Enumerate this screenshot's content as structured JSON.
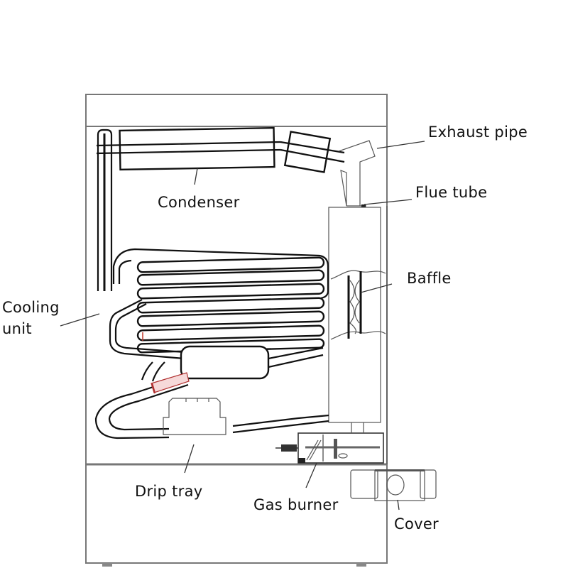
{
  "diagram": {
    "subject": "absorption-refrigerator-cooling-unit",
    "labels": {
      "exhaust_pipe": "Exhaust pipe",
      "flue_tube": "Flue tube",
      "condenser": "Condenser",
      "baffle": "Baffle",
      "cooling_unit_line1": "Cooling",
      "cooling_unit_line2": "unit",
      "drip_tray": "Drip tray",
      "gas_burner": "Gas burner",
      "cover": "Cover"
    },
    "colors": {
      "line": "#111111",
      "frame": "#777777",
      "accent": "#c0392b"
    }
  }
}
